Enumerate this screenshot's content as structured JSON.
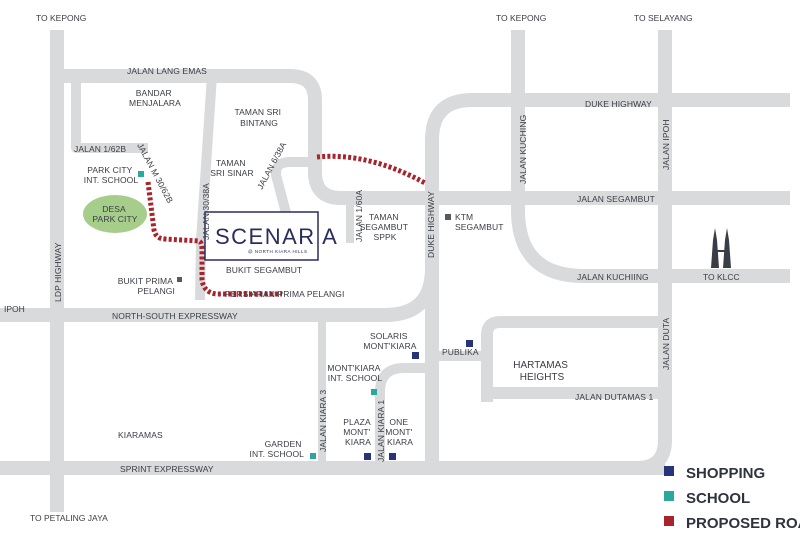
{
  "directions": {
    "to_kepong_left": "TO KEPONG",
    "to_kepong_right": "TO KEPONG",
    "to_selayang": "TO SELAYANG",
    "to_klcc": "TO KLCC",
    "to_petaling_jaya": "TO PETALING JAYA",
    "ipoh": "IPOH"
  },
  "roads": {
    "jalan_lang_emas": "JALAN LANG EMAS",
    "jalan_1_62b": "JALAN 1/62B",
    "jalan_m_30_62b": "JALAN M 30/62B",
    "jalan_30_38a": "JALAN 30/38A",
    "jalan_6_38a": "JALAN 6/38A",
    "jalan_1_60a": "JALAN 1/60A",
    "duke_highway_v": "DUKE HIGHWAY",
    "duke_highway_h": "DUKE HIGHWAY",
    "jalan_kuching_v": "JALAN KUCHING",
    "jalan_kuching_h": "JALAN KUCHIING",
    "jalan_ipoh": "JALAN IPOH",
    "jalan_segambut": "JALAN SEGAMBUT",
    "jalan_duta": "JALAN DUTA",
    "jalan_dutamas_1": "JALAN DUTAMAS 1",
    "ldp_highway": "LDP HIGHWAY",
    "north_south_expressway": "NORTH-SOUTH EXPRESSWAY",
    "sprint_expressway": "SPRINT EXPRESSWAY",
    "jalan_kiara_3": "JALAN KIARA 3",
    "jalan_kiara_1": "JALAN KIARA 1",
    "persiaran_prima_pelangi": "PERSIARAN PRIMA PELANGI"
  },
  "places": {
    "bandar_menjalara": [
      "BANDAR",
      "MENJALARA"
    ],
    "taman_sri_bintang": [
      "TAMAN SRI",
      "BINTANG"
    ],
    "taman_sri_sinar": [
      "TAMAN",
      "SRI SINAR"
    ],
    "park_city_school": [
      "PARK CITY",
      "INT. SCHOOL"
    ],
    "desa_park_city": [
      "DESA",
      "PARK CITY"
    ],
    "bukit_prima_pelangi": [
      "BUKIT PRIMA",
      "PELANGI"
    ],
    "bukit_segambut": "BUKIT SEGAMBUT",
    "taman_segambut": [
      "TAMAN",
      "SEGAMBUT",
      "SPPK"
    ],
    "ktm_segambut": [
      "KTM",
      "SEGAMBUT"
    ],
    "solaris": [
      "SOLARIS",
      "MONT'KIARA"
    ],
    "publika": "PUBLIKA",
    "hartamas": [
      "HARTAMAS",
      "HEIGHTS"
    ],
    "montkiara_school": [
      "MONT'KIARA",
      "INT. SCHOOL"
    ],
    "plaza_montkiara": [
      "PLAZA",
      "MONT'",
      "KIARA"
    ],
    "one_montkiara": [
      "ONE",
      "MONT'",
      "KIARA"
    ],
    "garden_school": [
      "GARDEN",
      "INT. SCHOOL"
    ],
    "kiaramas": "KIARAMAS"
  },
  "logo": {
    "name": "SCENAR A",
    "tagline": "@ NORTH KIARA HILLS"
  },
  "legend": {
    "items": [
      {
        "label": "SHOPPING",
        "color": "#27347a"
      },
      {
        "label": "SCHOOL",
        "color": "#2ba79b"
      },
      {
        "label": "PROPOSED ROAD",
        "color": "#a8232b"
      }
    ]
  },
  "colors": {
    "road": "#d9dadb",
    "park": "#a7cd8b",
    "shopping": "#27347a",
    "school": "#2ba79b",
    "proposed_road": "#a8232b"
  }
}
